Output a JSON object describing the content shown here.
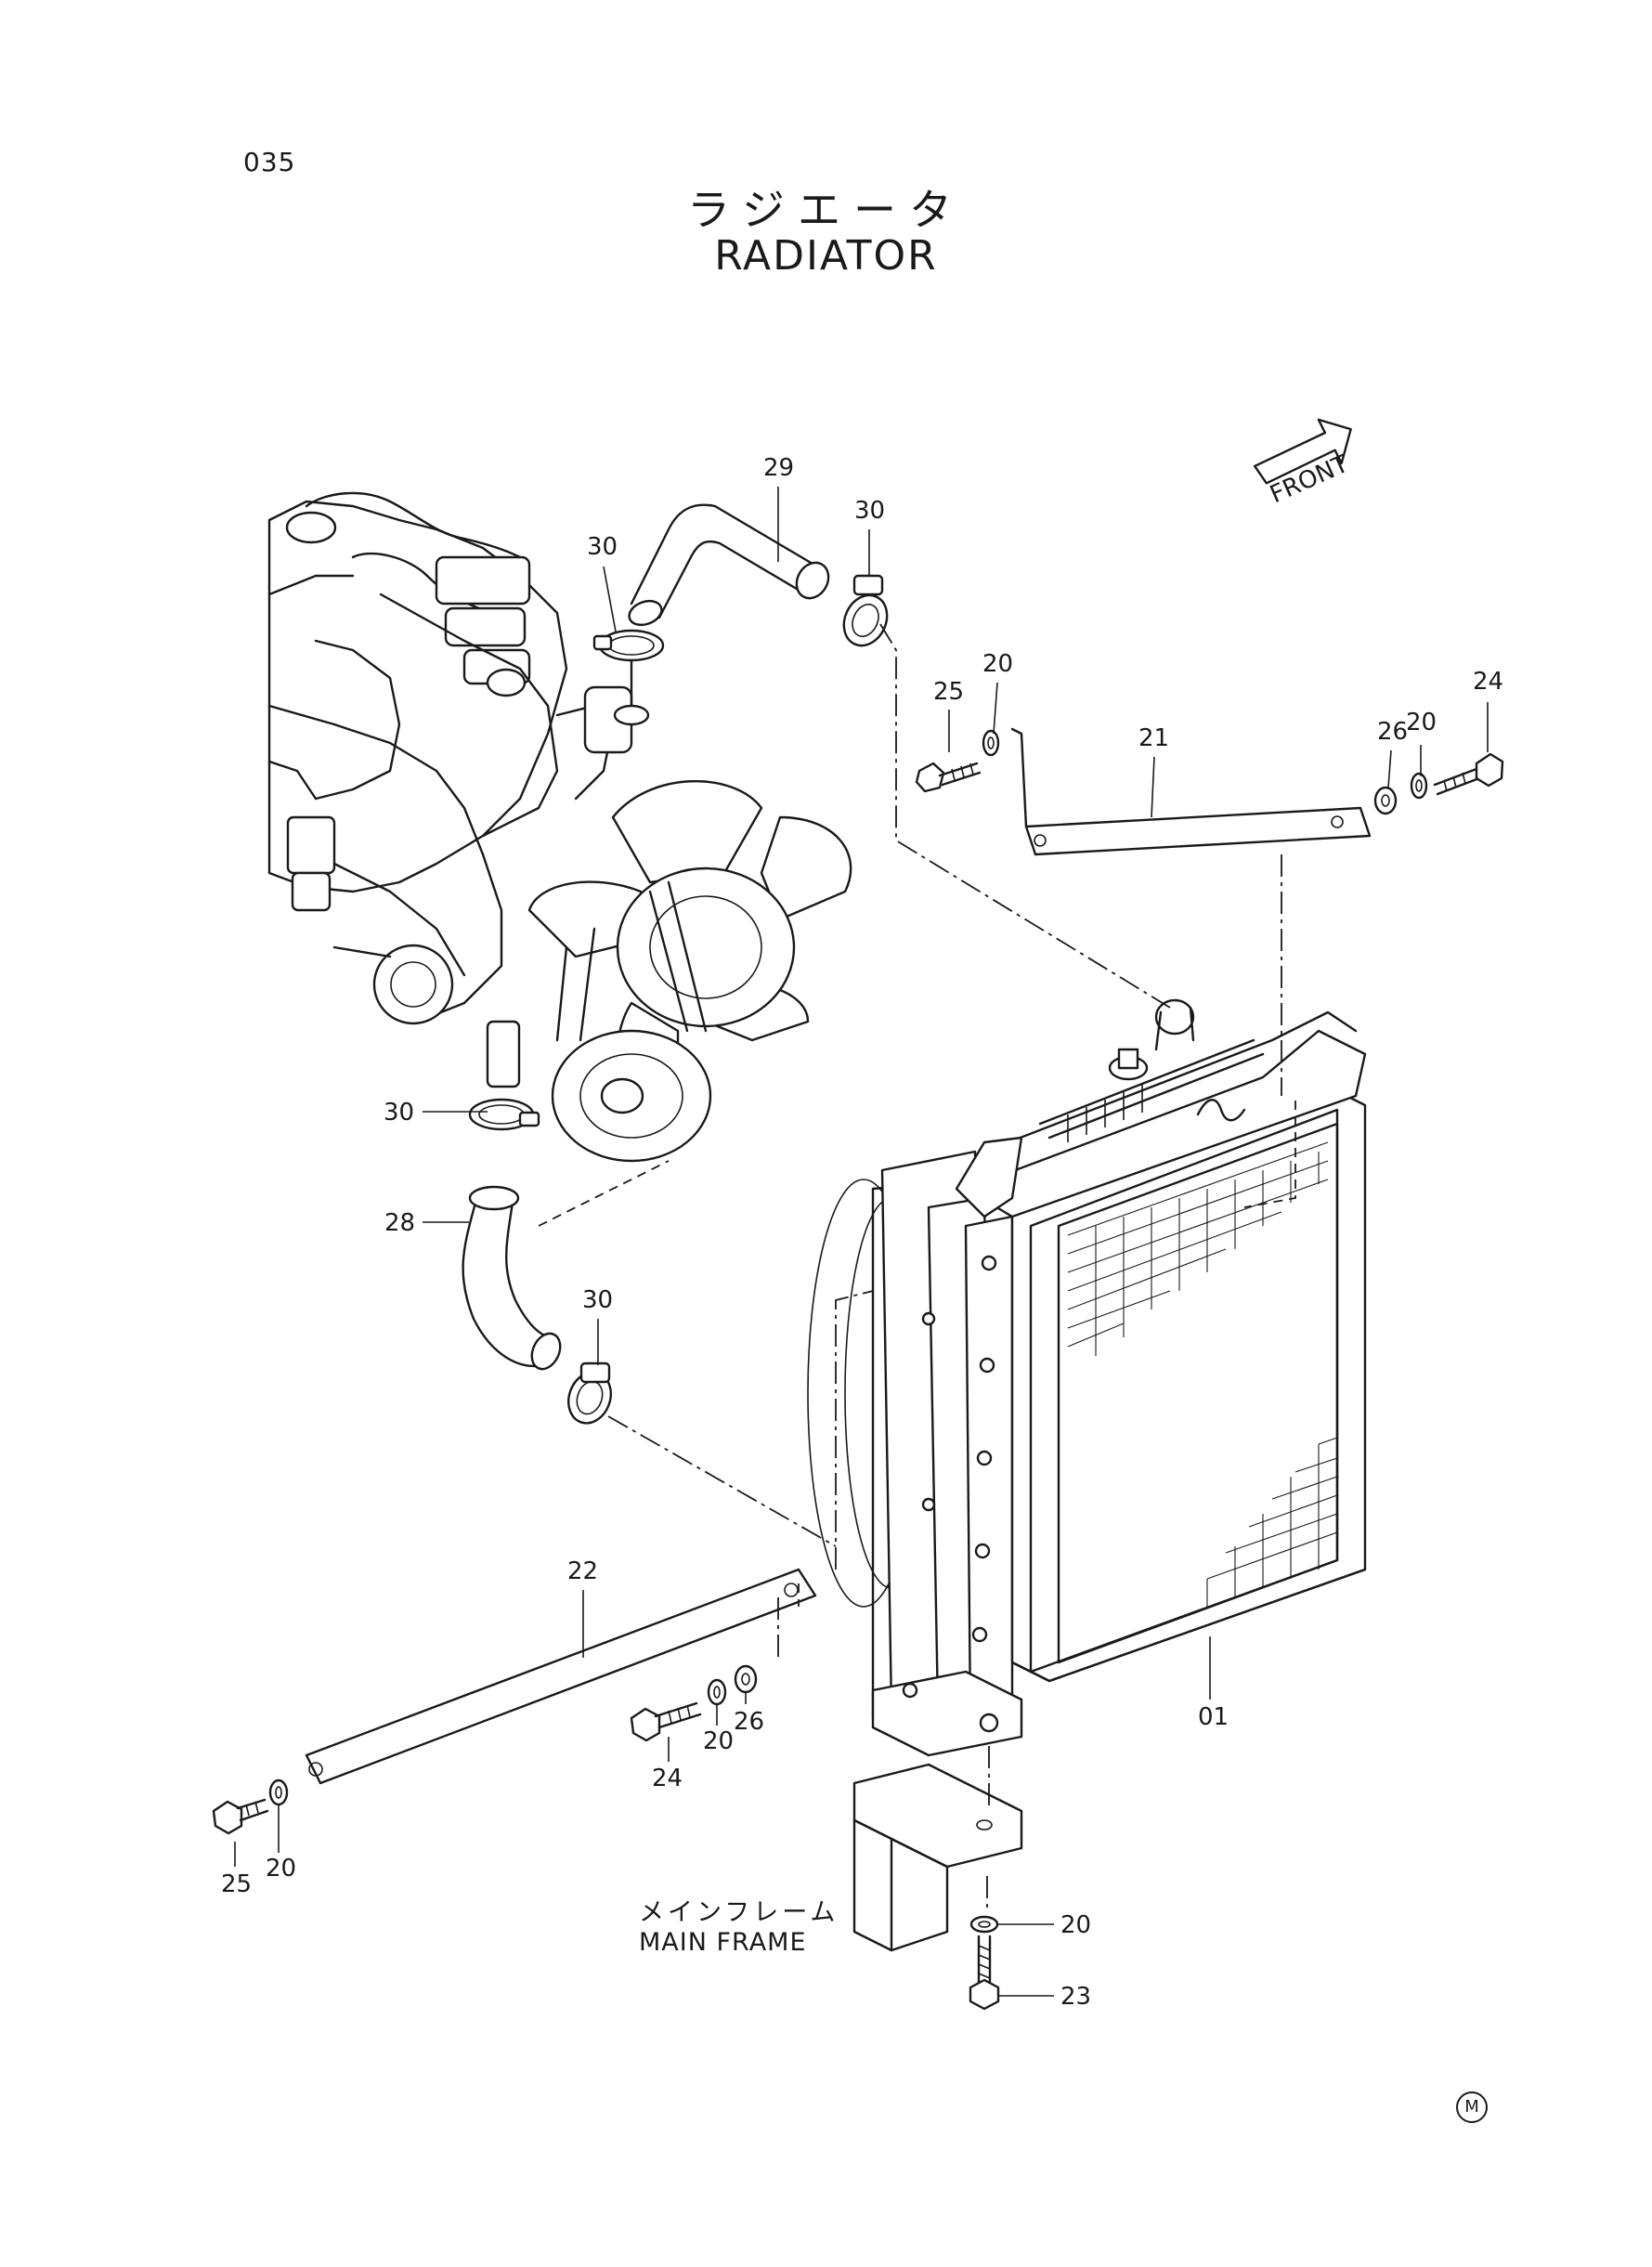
{
  "page_code": "035",
  "title": {
    "japanese": "ラジエータ",
    "english": "RADIATOR"
  },
  "front_label": "FRONT",
  "main_frame": {
    "japanese": "メインフレーム",
    "english": "MAIN FRAME"
  },
  "corner_mark": "M",
  "callouts": {
    "c29": "29",
    "c30_top_left": "30",
    "c30_top_right": "30",
    "c30_mid": "30",
    "c30_lower": "30",
    "c28": "28",
    "c25_top": "25",
    "c20_top": "20",
    "c21": "21",
    "c26_top": "26",
    "c20_top_right": "20",
    "c24_top": "24",
    "c22": "22",
    "c24_bottom": "24",
    "c20_bottom_mid": "20",
    "c26_bottom": "26",
    "c25_bottom": "25",
    "c20_bottom_left": "20",
    "c01": "01",
    "c20_mount": "20",
    "c23": "23"
  }
}
